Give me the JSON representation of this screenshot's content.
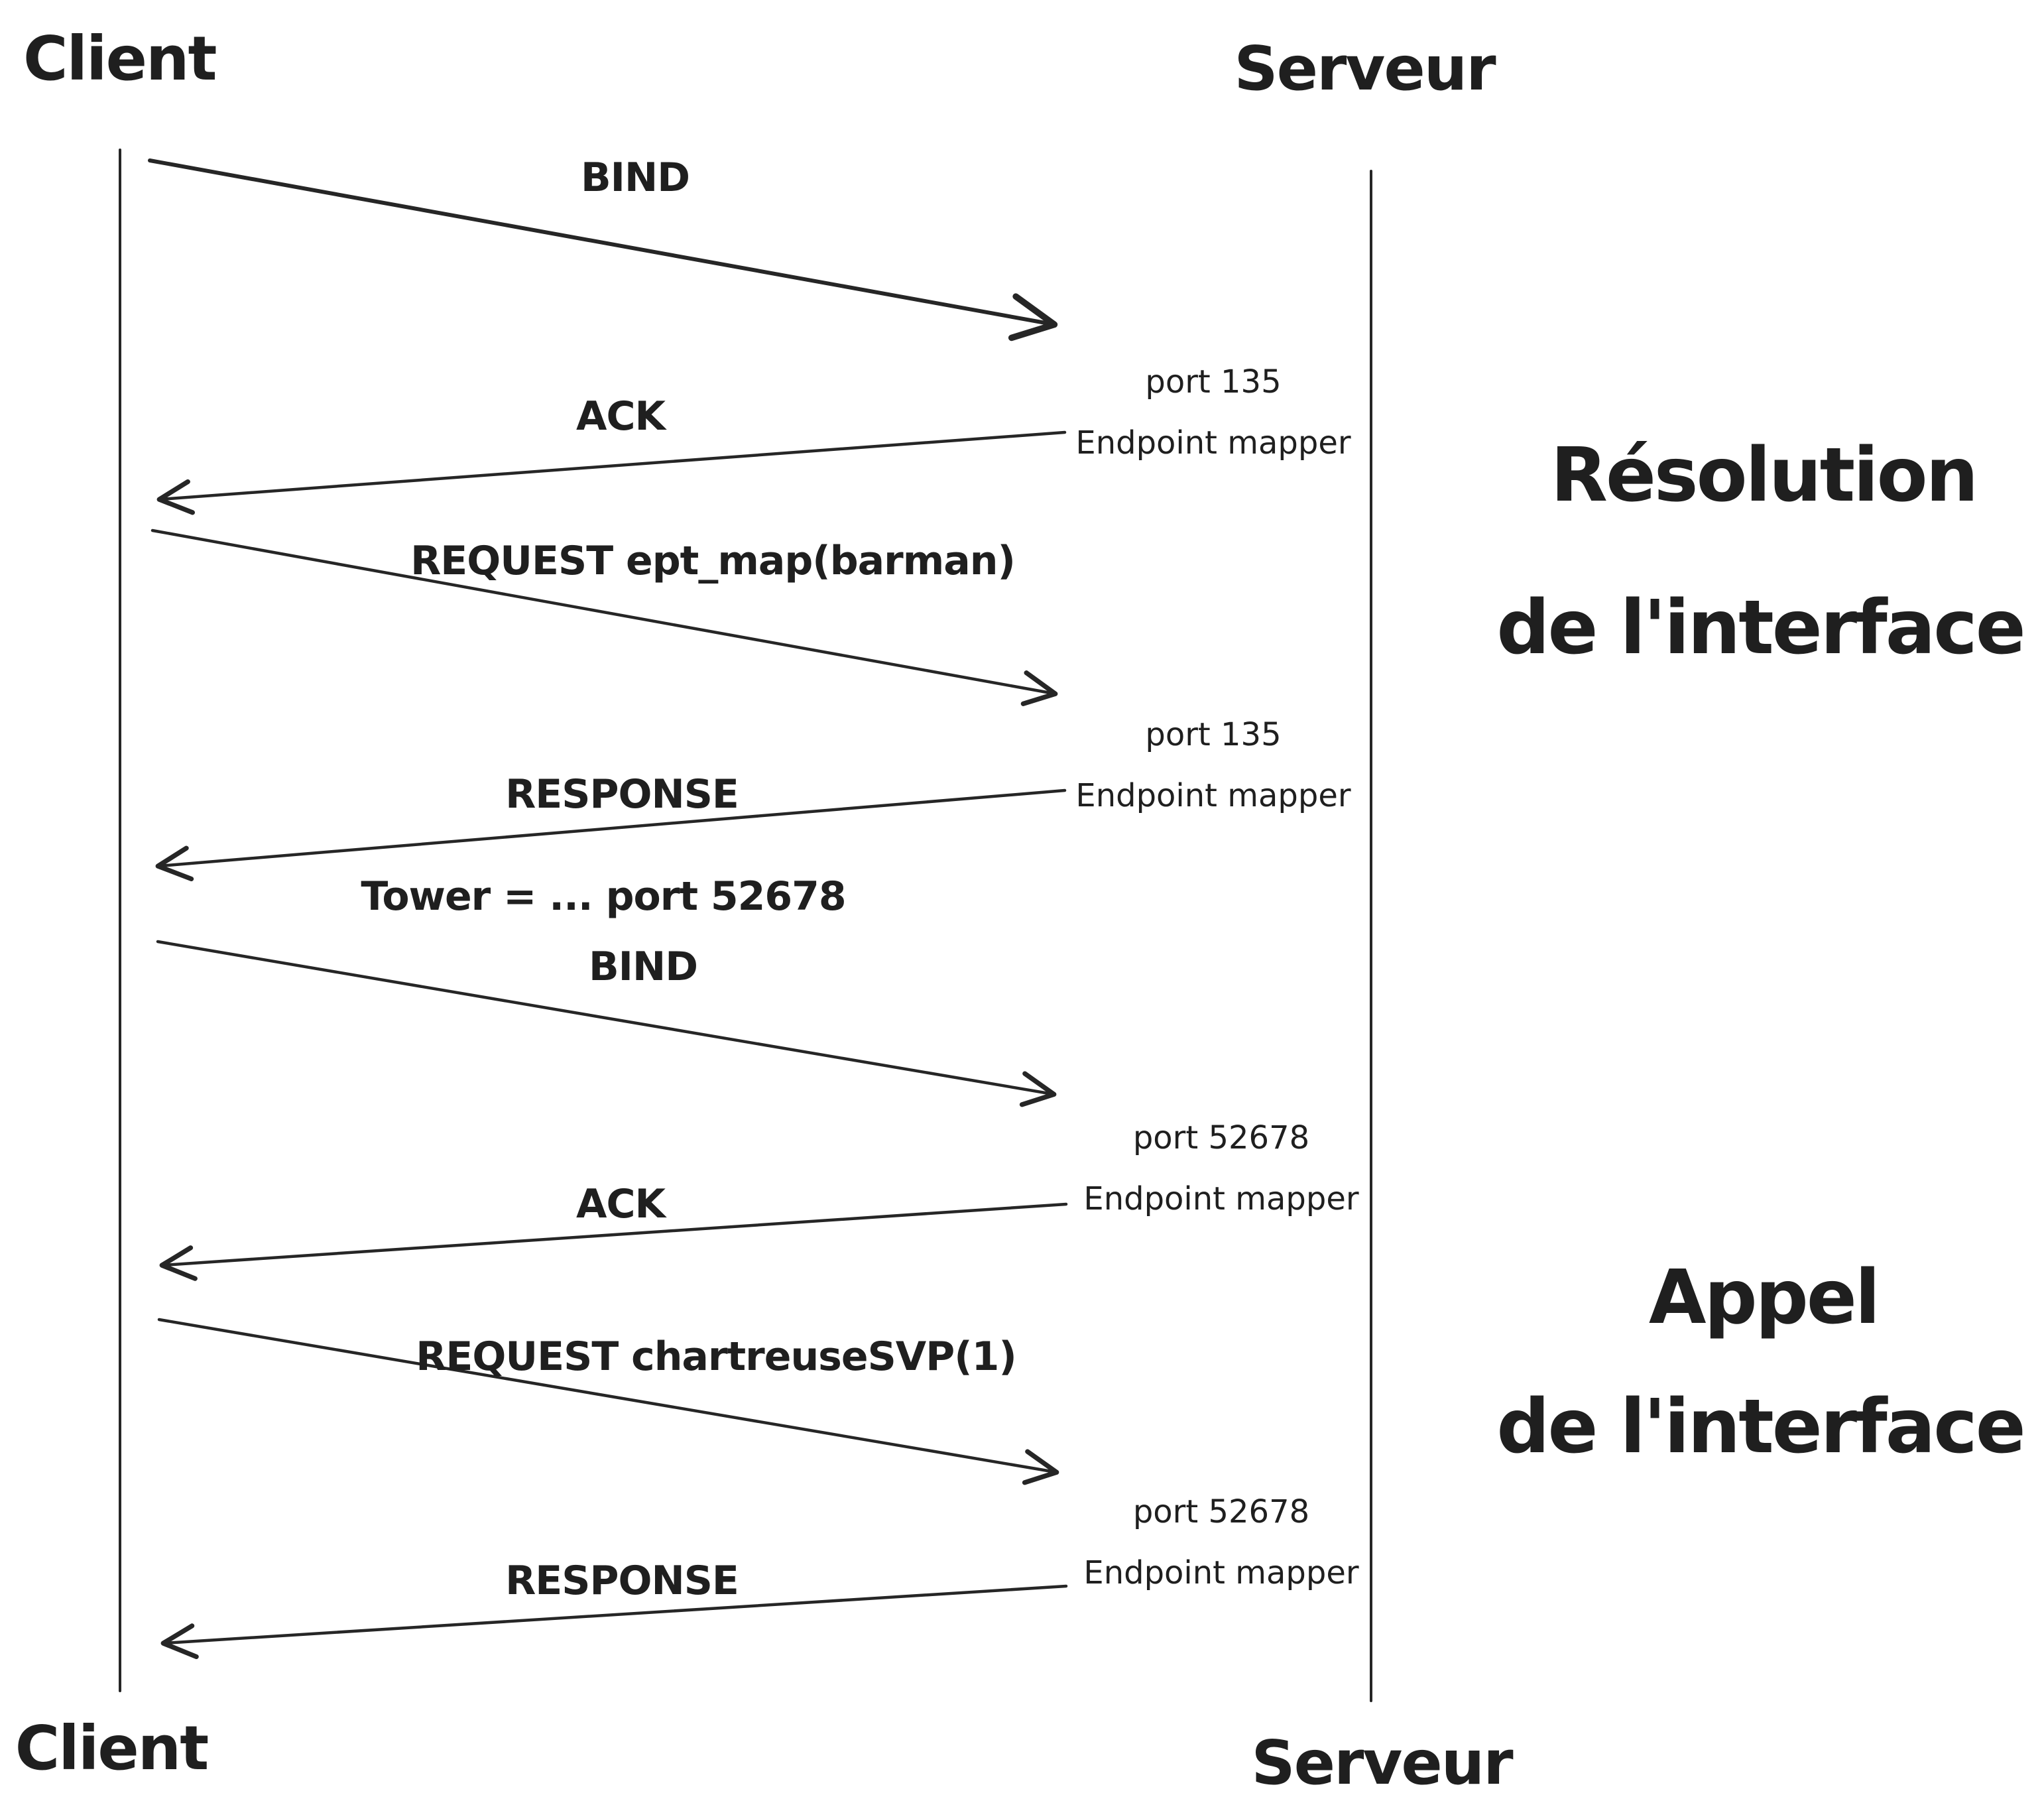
{
  "actors": {
    "client_top": "Client",
    "serveur_top": "Serveur",
    "client_bottom": "Client",
    "serveur_bottom": "Serveur"
  },
  "messages": [
    {
      "label": "BIND",
      "direction": "client-to-server"
    },
    {
      "label": "ACK",
      "direction": "server-to-client"
    },
    {
      "label": "REQUEST ept_map(barman)",
      "direction": "client-to-server"
    },
    {
      "label": "RESPONSE",
      "sublabel": "Tower = ... port 52678",
      "direction": "server-to-client"
    },
    {
      "label": "BIND",
      "direction": "client-to-server"
    },
    {
      "label": "ACK",
      "direction": "server-to-client"
    },
    {
      "label": "REQUEST chartreuseSVP(1)",
      "direction": "client-to-server"
    },
    {
      "label": "RESPONSE",
      "direction": "server-to-client"
    }
  ],
  "server_endpoints": [
    {
      "port": "port 135",
      "service": "Endpoint mapper"
    },
    {
      "port": "port 135",
      "service": "Endpoint mapper"
    },
    {
      "port": "port 52678",
      "service": "Endpoint mapper"
    },
    {
      "port": "port 52678",
      "service": "Endpoint mapper"
    }
  ],
  "phases": [
    {
      "line1": "Résolution",
      "line2": "de l'interface"
    },
    {
      "line1": "Appel",
      "line2": "de l'interface"
    }
  ],
  "colors": {
    "ink": "#1f1f1f",
    "background": "#ffffff"
  }
}
